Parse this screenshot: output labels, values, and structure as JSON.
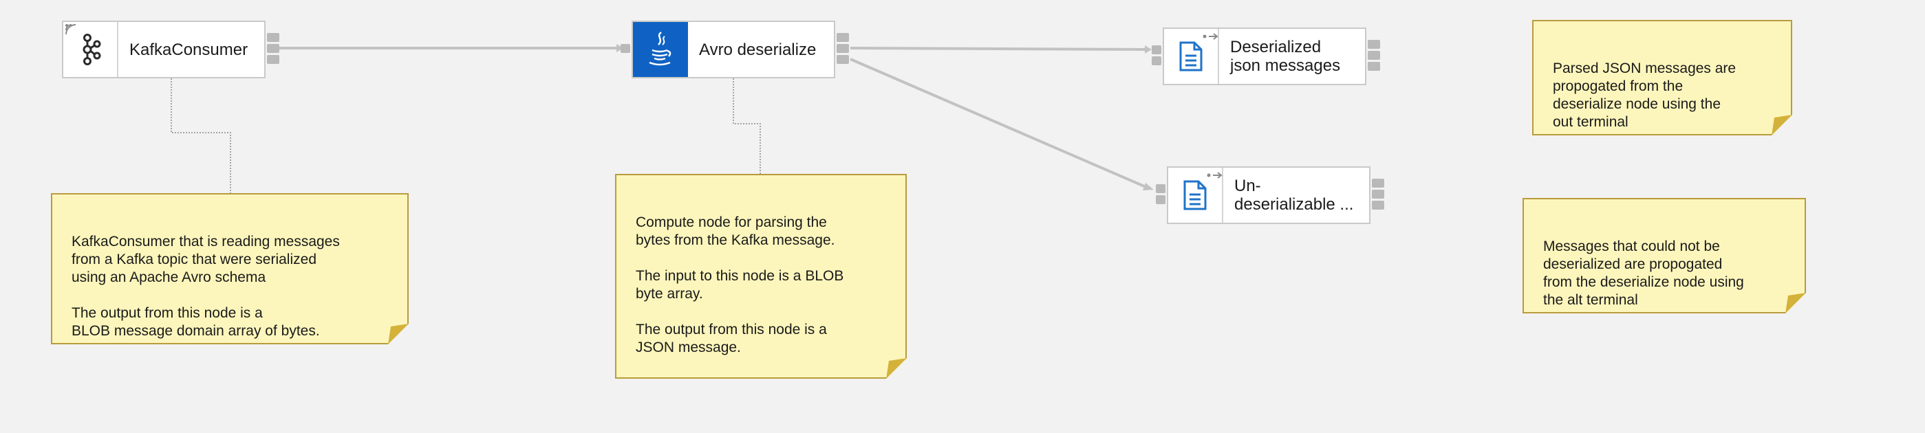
{
  "nodes": {
    "kafka_consumer": {
      "label": "KafkaConsumer",
      "icon": "kafka-icon"
    },
    "avro_deserialize": {
      "label": "Avro deserialize",
      "icon": "java-cup-icon",
      "accent": "#0f62c3"
    },
    "deserialized_json": {
      "label_line1": "Deserialized",
      "label_line2": "json messages",
      "icon": "document-icon"
    },
    "undeserializable": {
      "label_line1": "Un-",
      "label_line2": "deserializable ...",
      "icon": "document-icon"
    }
  },
  "notes": {
    "kafka_note": "KafkaConsumer that is reading messages\nfrom a Kafka topic that were serialized\nusing an Apache Avro schema\n\nThe output from this node is a\nBLOB message domain array of bytes.",
    "compute_note": "Compute node for parsing the\nbytes from the Kafka message.\n\nThe input to this node is a BLOB\nbyte array.\n\nThe output from this node is a\nJSON message.",
    "parsed_note": "Parsed JSON messages are\npropogated from the\ndeserialize node using the\nout terminal",
    "failed_note": "Messages that could not be\ndeserialized are propogated\nfrom the deserialize node using\nthe alt terminal"
  },
  "colors": {
    "canvas": "#f2f2f2",
    "note_fill": "#fdf6bc",
    "note_border": "#b89b3d",
    "wire": "#c2c2c2",
    "terminal": "#b9b9b9",
    "node_icon_blue": "#0f62c3",
    "doc_icon": "#1f73c9"
  }
}
